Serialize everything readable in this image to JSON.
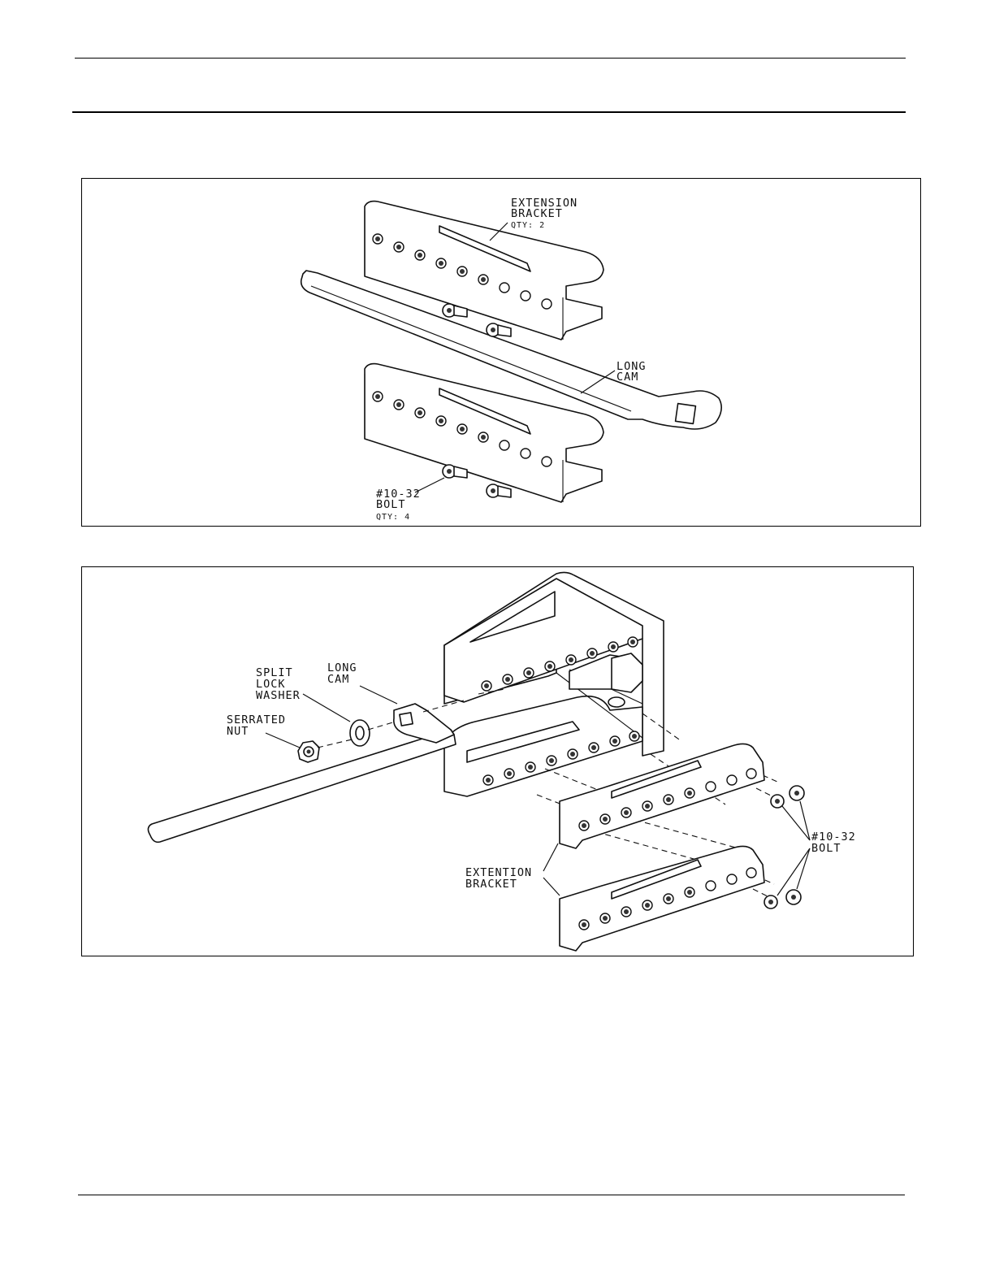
{
  "figure1": {
    "extension_bracket": {
      "line1": "EXTENSION",
      "line2": "BRACKET",
      "qty": "QTY: 2"
    },
    "long_cam": {
      "line1": "LONG",
      "line2": "CAM"
    },
    "bolt": {
      "line1": "#10-32",
      "line2": "BOLT",
      "qty": "QTY: 4"
    }
  },
  "figure2": {
    "split_lock_washer": {
      "line1": "SPLIT",
      "line2": "LOCK",
      "line3": "WASHER"
    },
    "long_cam": {
      "line1": "LONG",
      "line2": "CAM"
    },
    "serrated_nut": {
      "line1": "SERRATED",
      "line2": "NUT"
    },
    "extention_bracket": {
      "line1": "EXTENTION",
      "line2": "BRACKET"
    },
    "bolt": {
      "line1": "#10-32",
      "line2": "BOLT"
    }
  }
}
